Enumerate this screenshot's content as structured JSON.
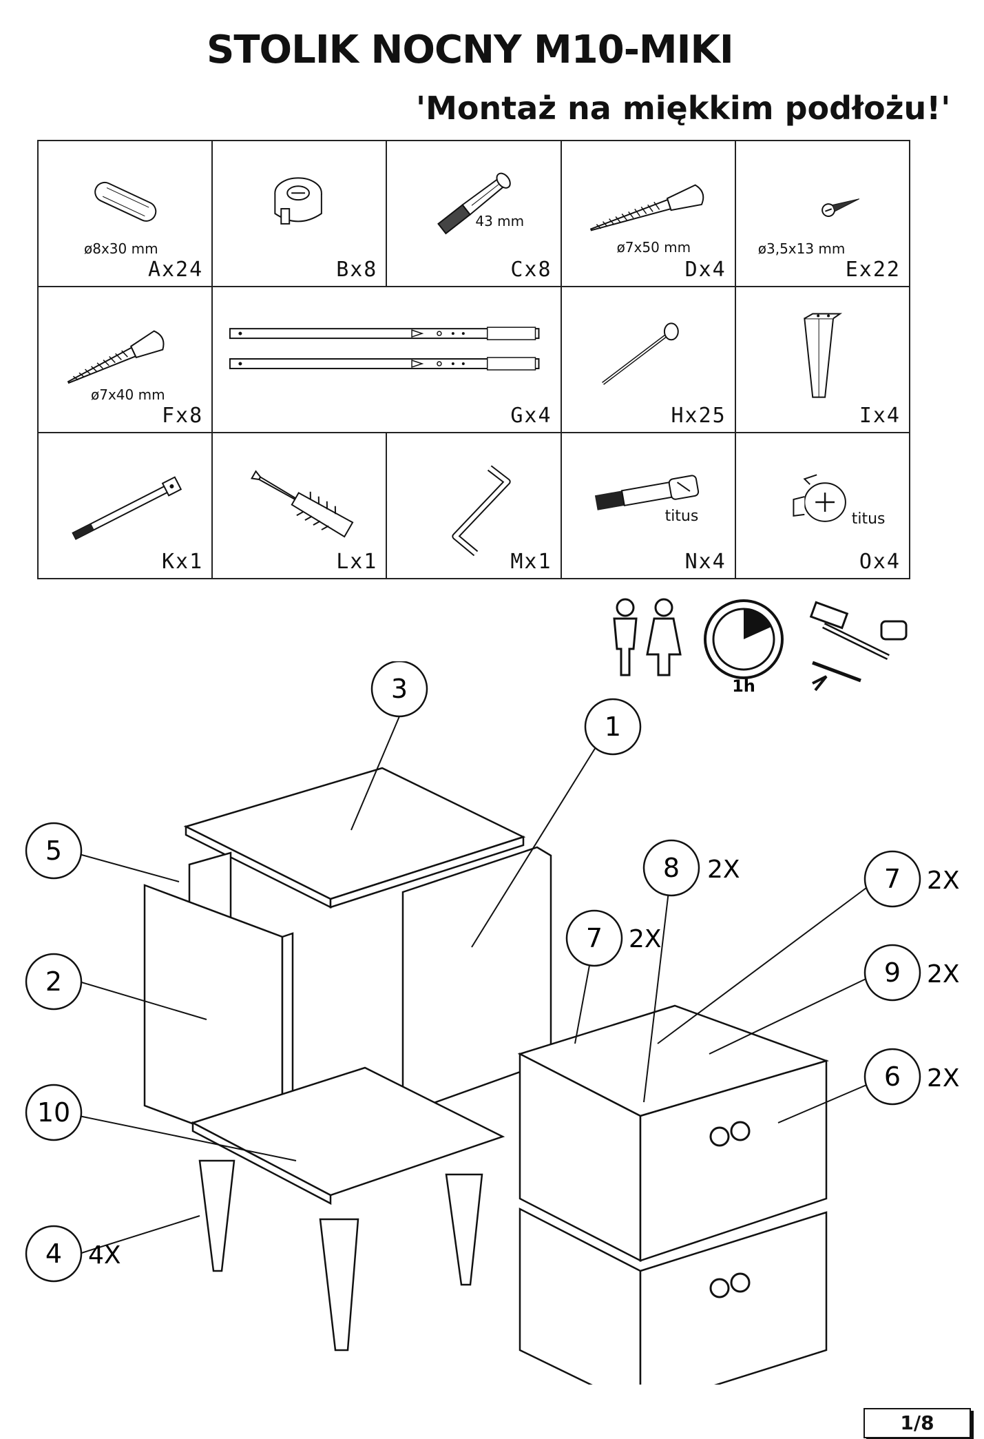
{
  "header": {
    "title": "STOLIK NOCNY M10-MIKI",
    "subtitle": "'Montaż na miękkim podłożu!'"
  },
  "parts": {
    "A": {
      "dim": "ø8x30 mm",
      "code": "Ax24"
    },
    "B": {
      "code": "Bx8"
    },
    "C": {
      "dim": "43 mm",
      "code": "Cx8"
    },
    "D": {
      "dim": "ø7x50 mm",
      "code": "Dx4"
    },
    "E": {
      "dim": "ø3,5x13 mm",
      "code": "Ex22"
    },
    "F": {
      "dim": "ø7x40 mm",
      "code": "Fx8"
    },
    "G": {
      "code": "Gx4"
    },
    "H": {
      "code": "Hx25"
    },
    "I": {
      "code": "Ix4"
    },
    "K": {
      "code": "Kx1"
    },
    "L": {
      "code": "Lx1"
    },
    "M": {
      "code": "Mx1"
    },
    "N": {
      "brand": "titus",
      "code": "Nx4"
    },
    "O": {
      "brand": "titus",
      "code": "Ox4"
    }
  },
  "info_icons": {
    "time": "1h",
    "icons": [
      "two-people-icon",
      "clock-icon",
      "tools-icon"
    ]
  },
  "callouts": {
    "c1": {
      "num": "1"
    },
    "c2": {
      "num": "2"
    },
    "c3": {
      "num": "3"
    },
    "c4": {
      "num": "4",
      "qty": "4X"
    },
    "c5": {
      "num": "5"
    },
    "c6": {
      "num": "6",
      "qty": "2X"
    },
    "c7a": {
      "num": "7",
      "qty": "2X"
    },
    "c7b": {
      "num": "7",
      "qty": "2X"
    },
    "c8": {
      "num": "8",
      "qty": "2X"
    },
    "c9": {
      "num": "9",
      "qty": "2X"
    },
    "c10": {
      "num": "10"
    }
  },
  "footer": {
    "page": "1/8"
  }
}
